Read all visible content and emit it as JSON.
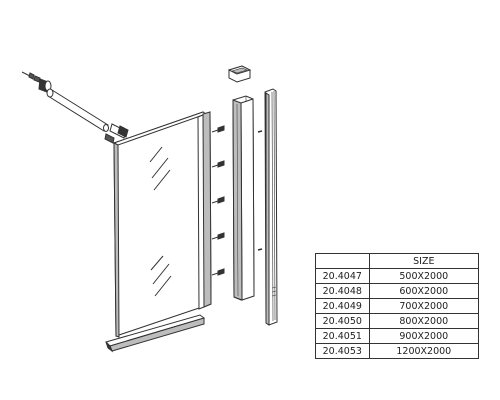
{
  "table": {
    "header": {
      "code": "",
      "size": "SIZE"
    },
    "rows": [
      {
        "code": "20.4047",
        "size": "500X2000"
      },
      {
        "code": "20.4048",
        "size": "600X2000"
      },
      {
        "code": "20.4049",
        "size": "700X2000"
      },
      {
        "code": "20.4050",
        "size": "800X2000"
      },
      {
        "code": "20.4051",
        "size": "900X2000"
      },
      {
        "code": "20.4053",
        "size": "1200X2000"
      }
    ]
  },
  "colors": {
    "line": "#333333",
    "fill": "#ffffff",
    "shade": "#bdbdbd",
    "dark": "#555555"
  }
}
